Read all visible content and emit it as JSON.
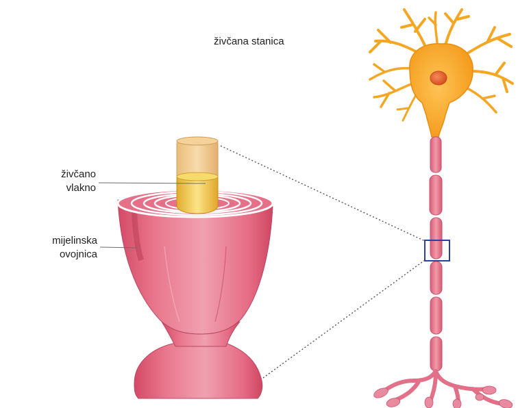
{
  "labels": {
    "neuron": "živčana stanica",
    "fiber_line1": "živčano",
    "fiber_line2": "vlakno",
    "myelin_line1": "mijelinska",
    "myelin_line2": "ovojnica"
  },
  "colors": {
    "soma": "#f5a623",
    "nucleus": "#e8612c",
    "axon": "#e58496",
    "myelin": "#e35f7a",
    "fiber_core": "#f3cf55",
    "zoom_box": "#2b3f9e",
    "guide_line": "#555555"
  },
  "icons": {
    "zoom_box": "magnify-region-box"
  }
}
